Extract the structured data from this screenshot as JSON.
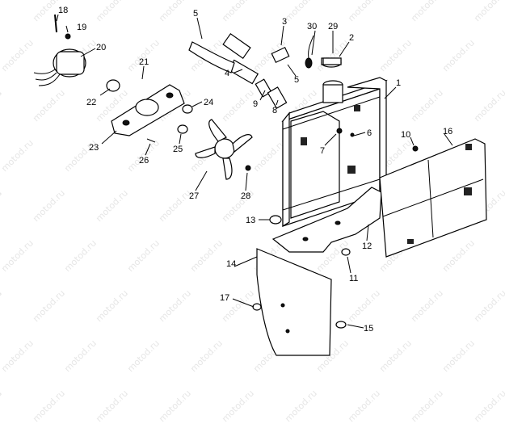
{
  "watermark": "motod.ru",
  "callouts": [
    {
      "id": "1",
      "label": "1"
    },
    {
      "id": "2",
      "label": "2"
    },
    {
      "id": "3",
      "label": "3"
    },
    {
      "id": "4",
      "label": "4"
    },
    {
      "id": "5a",
      "label": "5"
    },
    {
      "id": "5b",
      "label": "5"
    },
    {
      "id": "6",
      "label": "6"
    },
    {
      "id": "7",
      "label": "7"
    },
    {
      "id": "8",
      "label": "8"
    },
    {
      "id": "9",
      "label": "9"
    },
    {
      "id": "10",
      "label": "10"
    },
    {
      "id": "11",
      "label": "11"
    },
    {
      "id": "12",
      "label": "12"
    },
    {
      "id": "13",
      "label": "13"
    },
    {
      "id": "14",
      "label": "14"
    },
    {
      "id": "15",
      "label": "15"
    },
    {
      "id": "16",
      "label": "16"
    },
    {
      "id": "17",
      "label": "17"
    },
    {
      "id": "18",
      "label": "18"
    },
    {
      "id": "19",
      "label": "19"
    },
    {
      "id": "20",
      "label": "20"
    },
    {
      "id": "21",
      "label": "21"
    },
    {
      "id": "22",
      "label": "22"
    },
    {
      "id": "23",
      "label": "23"
    },
    {
      "id": "24",
      "label": "24"
    },
    {
      "id": "25",
      "label": "25"
    },
    {
      "id": "26",
      "label": "26"
    },
    {
      "id": "27",
      "label": "27"
    },
    {
      "id": "28",
      "label": "28"
    },
    {
      "id": "29",
      "label": "29"
    },
    {
      "id": "30",
      "label": "30"
    }
  ]
}
